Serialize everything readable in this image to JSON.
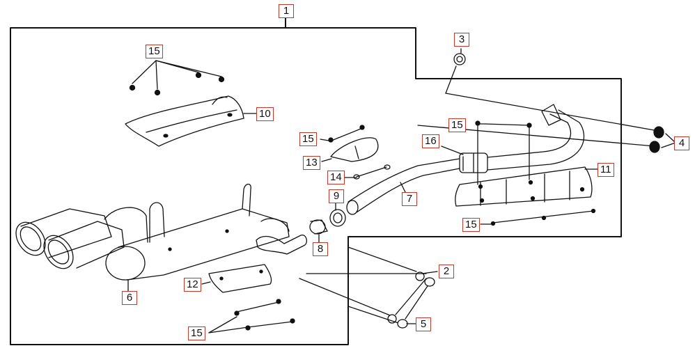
{
  "diagram": {
    "callouts": {
      "c1": "1",
      "c2": "2",
      "c3": "3",
      "c4": "4",
      "c5": "5",
      "c6": "6",
      "c7": "7",
      "c8": "8",
      "c9": "9",
      "c10": "10",
      "c11": "11",
      "c12": "12",
      "c13": "13",
      "c14": "14",
      "c15": "15",
      "c16": "16"
    },
    "colors": {
      "callout_border": "#c0392b",
      "line": "#111111",
      "background": "#ffffff"
    }
  }
}
